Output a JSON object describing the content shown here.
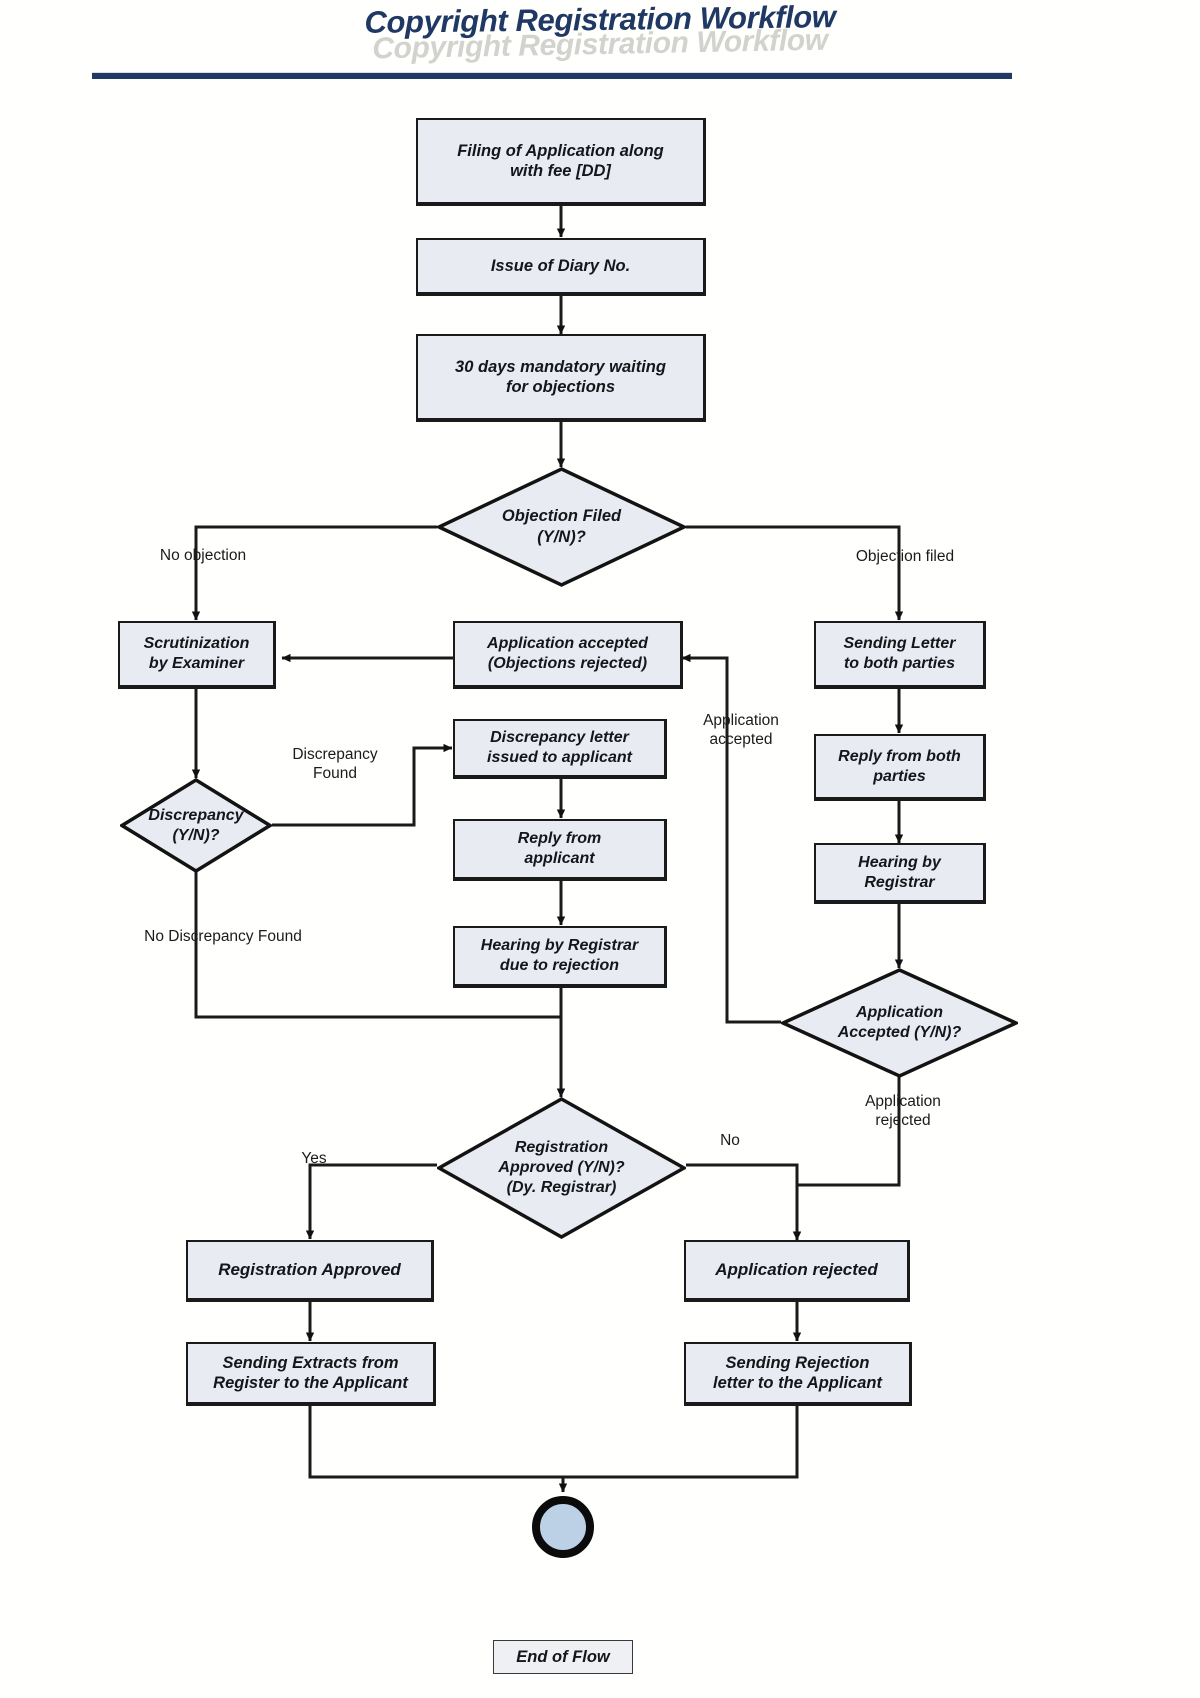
{
  "header": {
    "title": "Copyright Registration Workflow",
    "ghost_title": "Copyright Registration Workflow"
  },
  "nodes": {
    "filing": "Filing of Application along\nwith fee [DD]",
    "diary": "Issue of Diary No.",
    "waiting": "30 days mandatory waiting\nfor objections",
    "objection_filed": "Objection Filed\n(Y/N)?",
    "scrutinization": "Scrutinization\nby Examiner",
    "application_accepted_box": "Application accepted\n(Objections rejected)",
    "sending_letter": "Sending Letter\nto both parties",
    "discrepancy": "Discrepancy\n(Y/N)?",
    "discrepancy_letter": "Discrepancy letter\nissued to applicant",
    "reply_both": "Reply from both\nparties",
    "reply_applicant": "Reply from\napplicant",
    "hearing_registrar": "Hearing by\nRegistrar",
    "hearing_rejection": "Hearing by Registrar\ndue to rejection",
    "application_accepted_dec": "Application\nAccepted (Y/N)?",
    "registration_approved_dec": "Registration\nApproved (Y/N)?\n(Dy. Registrar)",
    "registration_approved_box": "Registration Approved",
    "application_rejected_box": "Application rejected",
    "sending_extracts": "Sending Extracts from\nRegister to the Applicant",
    "sending_rejection": "Sending Rejection\nletter to the Applicant",
    "end_of_flow": "End of Flow"
  },
  "edge_labels": {
    "no_objection": "No objection",
    "objection_filed": "Objection filed",
    "discrepancy_found": "Discrepancy\nFound",
    "no_discrepancy_found": "No Discrepancy Found",
    "application_accepted": "Application\naccepted",
    "application_rejected": "Application\nrejected",
    "yes": "Yes",
    "no": "No"
  },
  "colors": {
    "title": "#1f3864",
    "title_ghost": "#d2d2cf",
    "rule": "#1f3864",
    "node_fill": "#e8ebf1",
    "node_border": "#1a1a1a",
    "terminator_fill": "#bcd0e6",
    "terminator_border": "#0b0b0b",
    "wire": "#1a1a1a"
  }
}
